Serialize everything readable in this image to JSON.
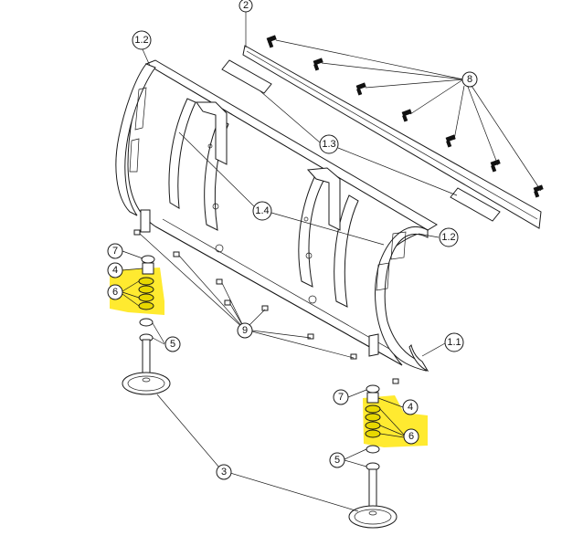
{
  "colors": {
    "highlight": "#ffe81a",
    "line": "#1a1a1a",
    "background": "#ffffff"
  },
  "callouts": {
    "c2": "2",
    "c8": "8",
    "c1_2_top": "1.2",
    "c1_3": "1.3",
    "c1_4": "1.4",
    "c1_2_right": "1.2",
    "c1_1": "1.1",
    "c7_left": "7",
    "c4_left": "4",
    "c6_left": "6",
    "c5_left": "5",
    "c9": "9",
    "c7_right": "7",
    "c4_right": "4",
    "c6_right": "6",
    "c5_right": "5",
    "c3": "3"
  }
}
